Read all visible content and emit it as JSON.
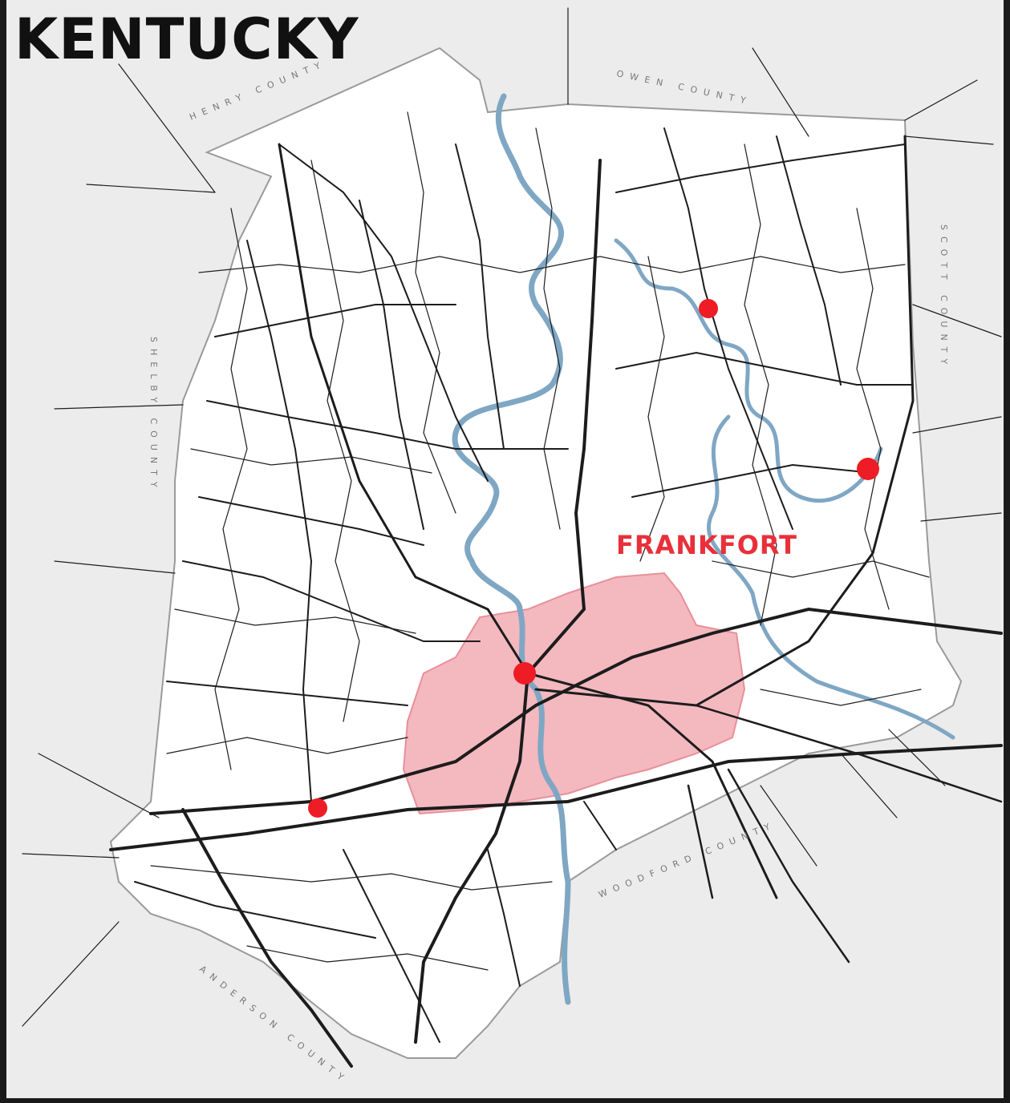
{
  "map": {
    "state_name": "KENTUCKY",
    "city_name": "FRANKFORT",
    "colors": {
      "background": "#ececec",
      "county_fill": "#ffffff",
      "county_outline": "#9a9a9a",
      "roads": "#1c1c1c",
      "river": "#7fa7c4",
      "city_area": "#f4b8bf",
      "city_marker": "#ee1c25",
      "city_label": "#e8303a"
    },
    "county_labels": {
      "north_west": "HENRY COUNTY",
      "north": "OWEN COUNTY",
      "east": "SCOTT COUNTY",
      "west": "SHELBY COUNTY",
      "south_east": "WOODFORD COUNTY",
      "south_west": "ANDERSON COUNTY"
    },
    "markers": [
      "frankfort-marker",
      "switzer-marker",
      "stamping-ground-marker",
      "bridgeport-marker",
      "peaks-mill-marker"
    ]
  }
}
